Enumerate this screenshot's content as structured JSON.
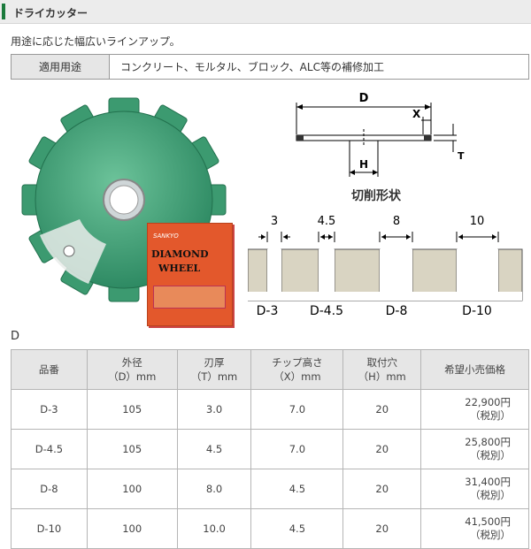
{
  "header": {
    "title": "ドライカッター"
  },
  "lead": "用途に応じた幅広いラインアップ。",
  "usage": {
    "label": "適用用途",
    "value": "コンクリート、モルタル、ブロック、ALC等の補修加工"
  },
  "product_image": {
    "box_brand": "SANKYO",
    "box_line1": "DIAMOND",
    "box_line2": "WHEEL",
    "colors": {
      "blade": "#4aa27c",
      "box": "#e3582c"
    }
  },
  "diagram": {
    "label_D": "D",
    "label_X": "X",
    "label_H": "H",
    "label_T": "T",
    "section_title": "切削形状",
    "widths": [
      "3",
      "4.5",
      "8",
      "10"
    ],
    "codes": [
      "D-3",
      "D-4.5",
      "D-8",
      "D-10"
    ]
  },
  "table_caption": "D",
  "table": {
    "headers": [
      [
        "品番"
      ],
      [
        "外径",
        "（D）mm"
      ],
      [
        "刃厚",
        "（T）mm"
      ],
      [
        "チップ高さ",
        "（X）mm"
      ],
      [
        "取付穴",
        "（H）mm"
      ],
      [
        "希望小売価格"
      ]
    ],
    "rows": [
      {
        "code": "D-3",
        "outer": "105",
        "thick": "3.0",
        "tip": "7.0",
        "hole": "20",
        "price": "22,900円",
        "tax": "（税別）"
      },
      {
        "code": "D-4.5",
        "outer": "105",
        "thick": "4.5",
        "tip": "7.0",
        "hole": "20",
        "price": "25,800円",
        "tax": "（税別）"
      },
      {
        "code": "D-8",
        "outer": "100",
        "thick": "8.0",
        "tip": "4.5",
        "hole": "20",
        "price": "31,400円",
        "tax": "（税別）"
      },
      {
        "code": "D-10",
        "outer": "100",
        "thick": "10.0",
        "tip": "4.5",
        "hole": "20",
        "price": "41,500円",
        "tax": "（税別）"
      }
    ]
  }
}
